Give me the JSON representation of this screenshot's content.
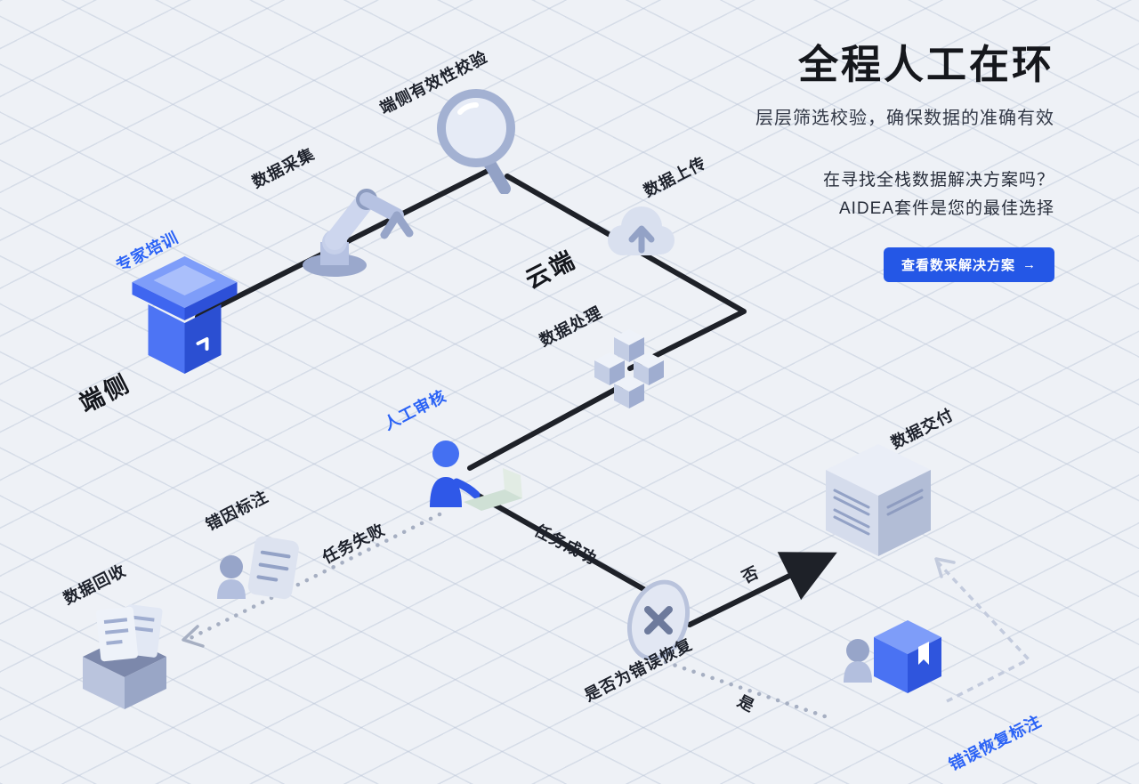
{
  "header": {
    "title": "全程人工在环",
    "subtitle": "层层筛选校验，确保数据的准确有效",
    "promo_line1": "在寻找全栈数据解决方案吗？",
    "promo_line2": "AIDEA套件是您的最佳选择",
    "cta": {
      "label": "查看数采解决方案",
      "arrow": "→"
    }
  },
  "diagram": {
    "zones": {
      "edge": "端侧",
      "cloud": "云端"
    },
    "nodes": {
      "expert_training": "专家培训",
      "data_collection": "数据采集",
      "edge_validation": "端侧有效性校验",
      "data_upload": "数据上传",
      "data_processing": "数据处理",
      "manual_review": "人工审核",
      "error_cause_labeling": "错因标注",
      "data_recycle": "数据回收",
      "decision": "是否为错误恢复",
      "data_delivery": "数据交付",
      "error_recovery_labeling": "错误恢复标注"
    },
    "edges": {
      "task_failed": "任务失败",
      "task_success": "任务成功",
      "no": "否",
      "yes": "是"
    }
  },
  "colors": {
    "accent": "#2457e6",
    "ink": "#1e2128"
  }
}
